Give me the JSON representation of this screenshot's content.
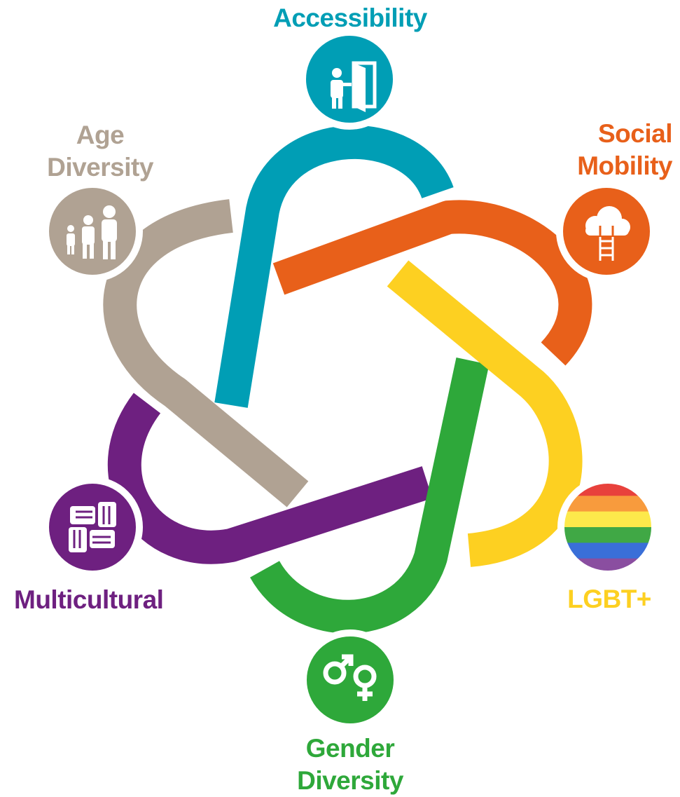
{
  "colors": {
    "accessibility": "#009eb5",
    "social_mobility": "#e8601a",
    "lgbt": "#fdd021",
    "gender": "#2ea83a",
    "multicultural": "#6e2080",
    "age": "#b0a293"
  },
  "rainbow": [
    "#e8413c",
    "#f89b3d",
    "#fde94b",
    "#40a845",
    "#3a6fd8",
    "#8a4ea0"
  ],
  "labels": {
    "accessibility": [
      "Accessibility"
    ],
    "social_mobility": [
      "Social",
      "Mobility"
    ],
    "lgbt": [
      "LGBT+"
    ],
    "gender": [
      "Gender",
      "Diversity"
    ],
    "multicultural": [
      "Multicultural"
    ],
    "age": [
      "Age",
      "Diversity"
    ]
  },
  "icons": {
    "accessibility": "person-door-icon",
    "social_mobility": "cloud-ladder-icon",
    "lgbt": "rainbow-flag-icon",
    "gender": "gender-symbols-icon",
    "multicultural": "joined-hands-icon",
    "age": "family-icon"
  }
}
